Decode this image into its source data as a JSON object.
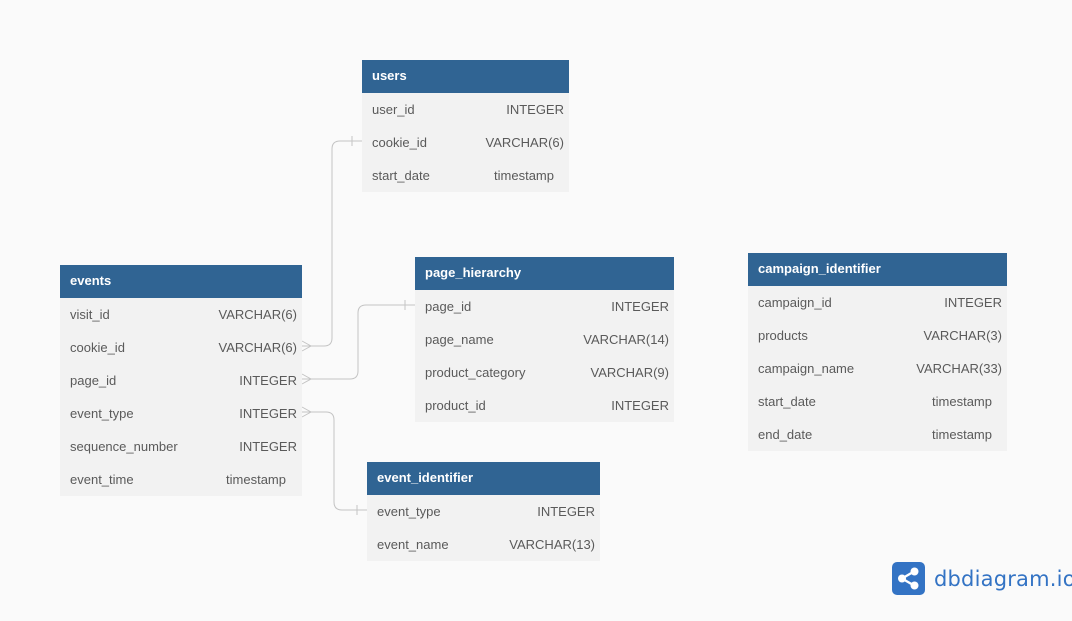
{
  "tables": {
    "users": {
      "name": "users",
      "columns": [
        {
          "name": "user_id",
          "type": "INTEGER"
        },
        {
          "name": "cookie_id",
          "type": "VARCHAR(6)"
        },
        {
          "name": "start_date",
          "type": "timestamp"
        }
      ]
    },
    "events": {
      "name": "events",
      "columns": [
        {
          "name": "visit_id",
          "type": "VARCHAR(6)"
        },
        {
          "name": "cookie_id",
          "type": "VARCHAR(6)"
        },
        {
          "name": "page_id",
          "type": "INTEGER"
        },
        {
          "name": "event_type",
          "type": "INTEGER"
        },
        {
          "name": "sequence_number",
          "type": "INTEGER"
        },
        {
          "name": "event_time",
          "type": "timestamp"
        }
      ]
    },
    "page_hierarchy": {
      "name": "page_hierarchy",
      "columns": [
        {
          "name": "page_id",
          "type": "INTEGER"
        },
        {
          "name": "page_name",
          "type": "VARCHAR(14)"
        },
        {
          "name": "product_category",
          "type": "VARCHAR(9)"
        },
        {
          "name": "product_id",
          "type": "INTEGER"
        }
      ]
    },
    "campaign_identifier": {
      "name": "campaign_identifier",
      "columns": [
        {
          "name": "campaign_id",
          "type": "INTEGER"
        },
        {
          "name": "products",
          "type": "VARCHAR(3)"
        },
        {
          "name": "campaign_name",
          "type": "VARCHAR(33)"
        },
        {
          "name": "start_date",
          "type": "timestamp"
        },
        {
          "name": "end_date",
          "type": "timestamp"
        }
      ]
    },
    "event_identifier": {
      "name": "event_identifier",
      "columns": [
        {
          "name": "event_type",
          "type": "INTEGER"
        },
        {
          "name": "event_name",
          "type": "VARCHAR(13)"
        }
      ]
    }
  },
  "relationships": [
    {
      "from": "events.cookie_id",
      "to": "users.cookie_id",
      "from_cardinality": "many",
      "to_cardinality": "one"
    },
    {
      "from": "events.page_id",
      "to": "page_hierarchy.page_id",
      "from_cardinality": "many",
      "to_cardinality": "one"
    },
    {
      "from": "events.event_type",
      "to": "event_identifier.event_type",
      "from_cardinality": "many",
      "to_cardinality": "one"
    }
  ],
  "colors": {
    "header_bg": "#306493",
    "header_text": "#ffffff",
    "row_bg": "#f2f2f2",
    "row_text": "#5a5a5a",
    "connector": "#c4c4c4",
    "brand": "#3373c4"
  },
  "brand": {
    "logo_icon": "dbdiagram-share-icon",
    "name": "dbdiagram.io"
  }
}
